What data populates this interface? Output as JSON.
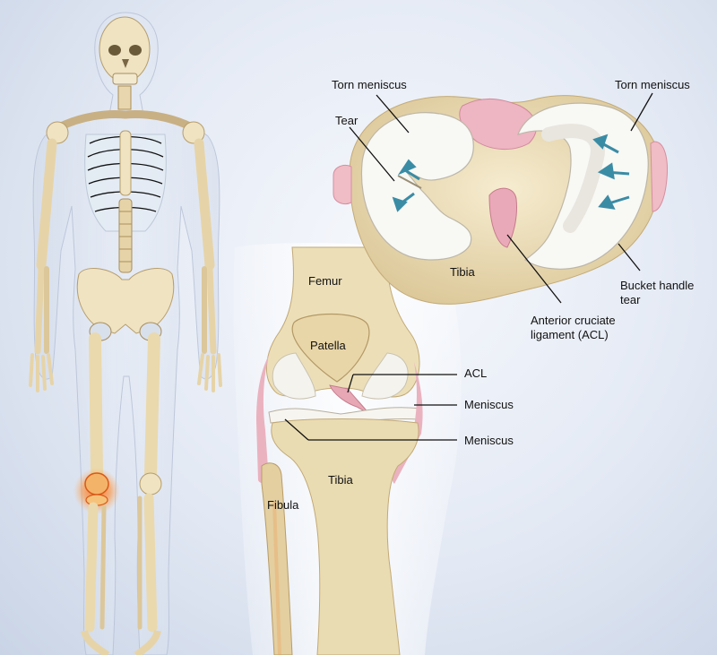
{
  "labels": {
    "torn_meniscus_left": "Torn meniscus",
    "torn_meniscus_right": "Torn meniscus",
    "tear": "Tear",
    "tibia_top": "Tibia",
    "bucket_handle_line1": "Bucket handle",
    "bucket_handle_line2": "tear",
    "acl_full_line1": "Anterior cruciate",
    "acl_full_line2": "ligament (ACL)",
    "femur": "Femur",
    "patella": "Patella",
    "acl": "ACL",
    "meniscus_upper": "Meniscus",
    "meniscus_lower": "Meniscus",
    "tibia_front": "Tibia",
    "fibula": "Fibula"
  },
  "colors": {
    "background": "#dfe6f2",
    "bone": "#efe3c2",
    "cartilage": "#f7f7f4",
    "ligament": "#e9b3bf",
    "arrow": "#3a8ca5",
    "highlight": "#f05a1a"
  }
}
